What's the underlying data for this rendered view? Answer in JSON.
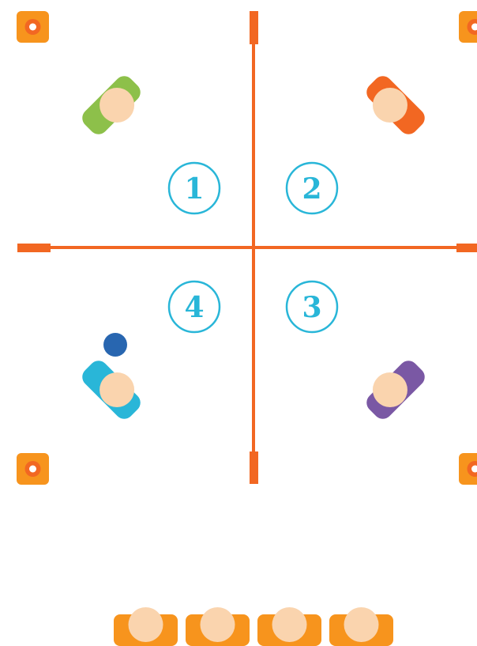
{
  "colors": {
    "line": "#F26722",
    "cone_body": "#F7941D",
    "cone_ring": "#F26722",
    "zone_number": "#29B6D8",
    "skin": "#FAD4AE",
    "ball": "#2866B0",
    "player_zone1": "#8DC04A",
    "player_zone2": "#F26722",
    "player_zone3": "#7A58A4",
    "player_zone4": "#29B6D8",
    "bench": "#F7941D"
  },
  "zones": [
    {
      "id": "zone-1",
      "label": "1"
    },
    {
      "id": "zone-2",
      "label": "2"
    },
    {
      "id": "zone-3",
      "label": "3"
    },
    {
      "id": "zone-4",
      "label": "4"
    }
  ],
  "players": [
    {
      "name": "player-zone-1",
      "color_key": "player_zone1",
      "has_ball": false
    },
    {
      "name": "player-zone-2",
      "color_key": "player_zone2",
      "has_ball": false
    },
    {
      "name": "player-zone-3",
      "color_key": "player_zone3",
      "has_ball": false
    },
    {
      "name": "player-zone-4",
      "color_key": "player_zone4",
      "has_ball": true
    }
  ],
  "waiting_players_count": 4
}
